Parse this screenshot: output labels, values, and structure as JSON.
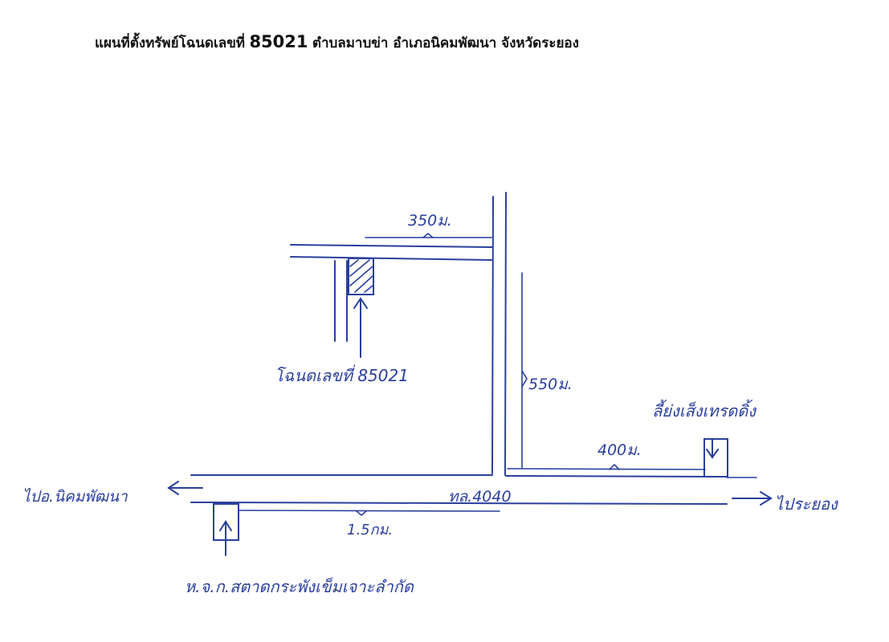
{
  "title": {
    "prefix": "แผนที่ตั้งทรัพย์โฉนดเลขที่",
    "deed_number": "85021",
    "suffix": "ตำบลมาบข่า อำเภอนิคมพัฒนา จังหวัดระยอง"
  },
  "labels": {
    "dist_top": "350ม.",
    "dist_vertical": "550ม.",
    "dist_right": "400ม.",
    "dist_bottom": "1.5กม.",
    "highway": "ทล.4040",
    "parcel": "โฉนดเลขที่ 85021",
    "landmark_right": "ลี้ย่งเส็งเทรดดิ้ง",
    "landmark_left": "ห.จ.ก.สตาดกระพังเข็มเจาะลำกัด",
    "to_left": "ไปอ.นิคมพัฒนา",
    "to_right": "ไประยอง"
  },
  "colors": {
    "ink": "#2a3f9e",
    "title": "#111111"
  }
}
